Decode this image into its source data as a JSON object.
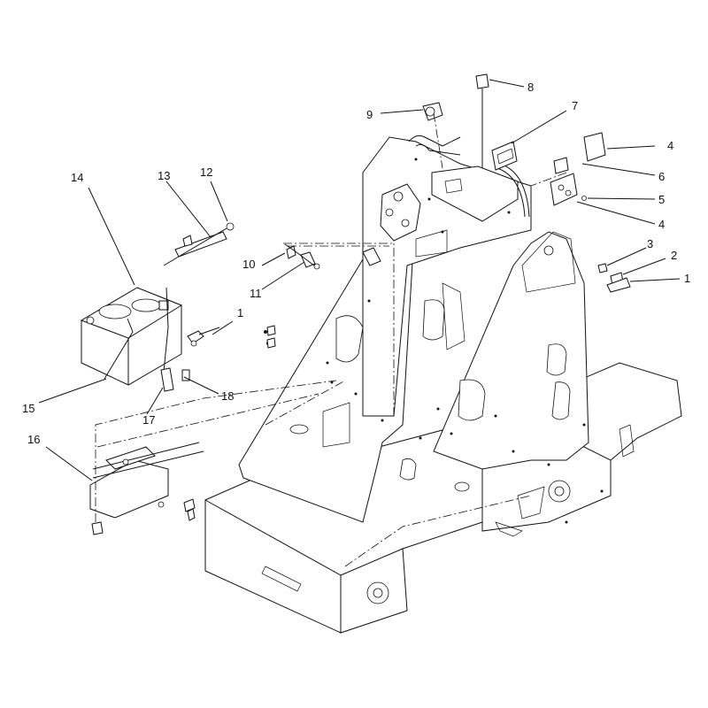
{
  "callouts": [
    {
      "id": "c-1a",
      "text": "1"
    },
    {
      "id": "c-1b",
      "text": "1"
    },
    {
      "id": "c-2",
      "text": "2"
    },
    {
      "id": "c-3",
      "text": "3"
    },
    {
      "id": "c-4a",
      "text": "4"
    },
    {
      "id": "c-4b",
      "text": "4"
    },
    {
      "id": "c-5",
      "text": "5"
    },
    {
      "id": "c-6",
      "text": "6"
    },
    {
      "id": "c-7",
      "text": "7"
    },
    {
      "id": "c-8",
      "text": "8"
    },
    {
      "id": "c-9",
      "text": "9"
    },
    {
      "id": "c-10",
      "text": "10"
    },
    {
      "id": "c-11",
      "text": "11"
    },
    {
      "id": "c-12",
      "text": "12"
    },
    {
      "id": "c-13",
      "text": "13"
    },
    {
      "id": "c-14",
      "text": "14"
    },
    {
      "id": "c-15",
      "text": "15"
    },
    {
      "id": "c-16",
      "text": "16"
    },
    {
      "id": "c-17",
      "text": "17"
    },
    {
      "id": "c-18",
      "text": "18"
    }
  ],
  "colors": {
    "line": "#111111",
    "background": "#ffffff"
  }
}
